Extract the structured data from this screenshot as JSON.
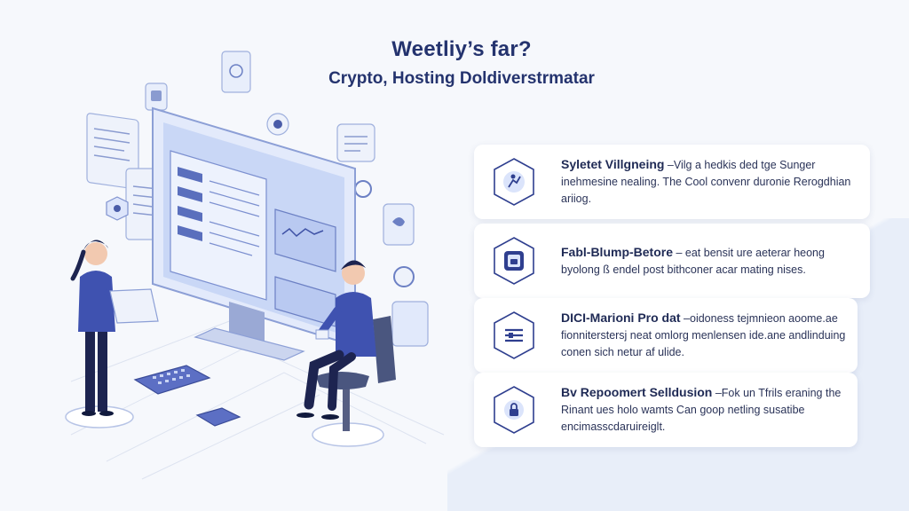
{
  "header": {
    "title": "Weetliy’s far?",
    "subtitle": "Crypto, Hosting Doldiverstrmatar"
  },
  "cards": [
    {
      "heading": "Syletet Villgneing",
      "body": " –Vilg a hedkis ded tge Sunger inehmesine nealing. The Cool convenr duronie Rerogdhian ariiog.",
      "icon": "person-strategy-icon"
    },
    {
      "heading": "Fabl-Blump-Betore",
      "body": " – eat bensit ure aeterar heong byolong ß endel post bithconer acar mating nises.",
      "icon": "lock-box-icon"
    },
    {
      "heading": "DICI-Marioni Pro dat",
      "body": " –oidoness tejmnieon aoome.ae fionniterstersj neat omlorg menlensen ide.ane andlinduing conen sich netur af ulide.",
      "icon": "stack-tools-icon"
    },
    {
      "heading": "Bv Repoomert Selldusion",
      "body": " –Fok un Tfrils eraning the Rinant ues holo wamts Can goop netling susatibe encimasscdaruireiglt.",
      "icon": "shield-lock-icon"
    }
  ],
  "colors": {
    "accent": "#2f3f8f",
    "accent_light": "#dbe4fb",
    "screen": "#c9d7f6",
    "background": "#f6f8fc"
  }
}
